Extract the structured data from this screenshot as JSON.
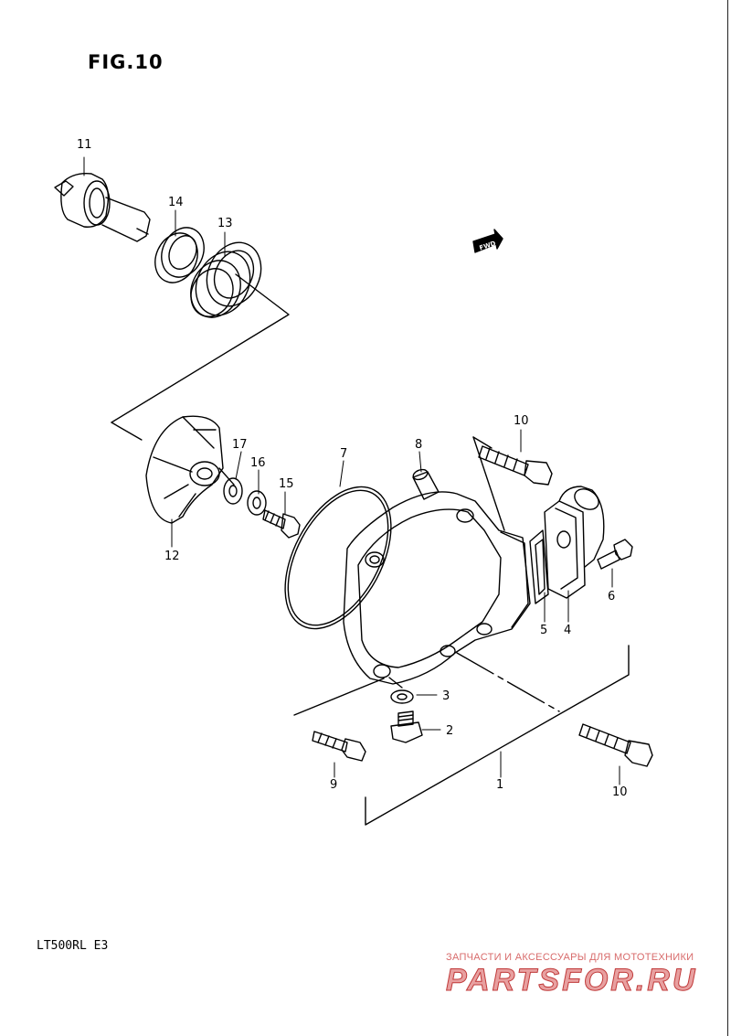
{
  "figure": {
    "title": "FIG.10",
    "model": "LT500RL E3"
  },
  "fwd_arrow": {
    "label": "FWD"
  },
  "watermark": {
    "tagline": "ЗАПЧАСТИ И АКСЕССУАРЫ ДЛЯ МОТОТЕХНИКИ",
    "logo": "PARTSFOR.RU"
  },
  "callouts": {
    "c1": "1",
    "c2": "2",
    "c3": "3",
    "c4": "4",
    "c5": "5",
    "c6": "6",
    "c7": "7",
    "c8": "8",
    "c9": "9",
    "c10a": "10",
    "c10b": "10",
    "c11": "11",
    "c12": "12",
    "c13": "13",
    "c14": "14",
    "c15": "15",
    "c16": "16",
    "c17": "17"
  },
  "colors": {
    "line": "#000000",
    "watermark_fill": "#e8a0a0",
    "watermark_stroke": "#c03a3a"
  }
}
